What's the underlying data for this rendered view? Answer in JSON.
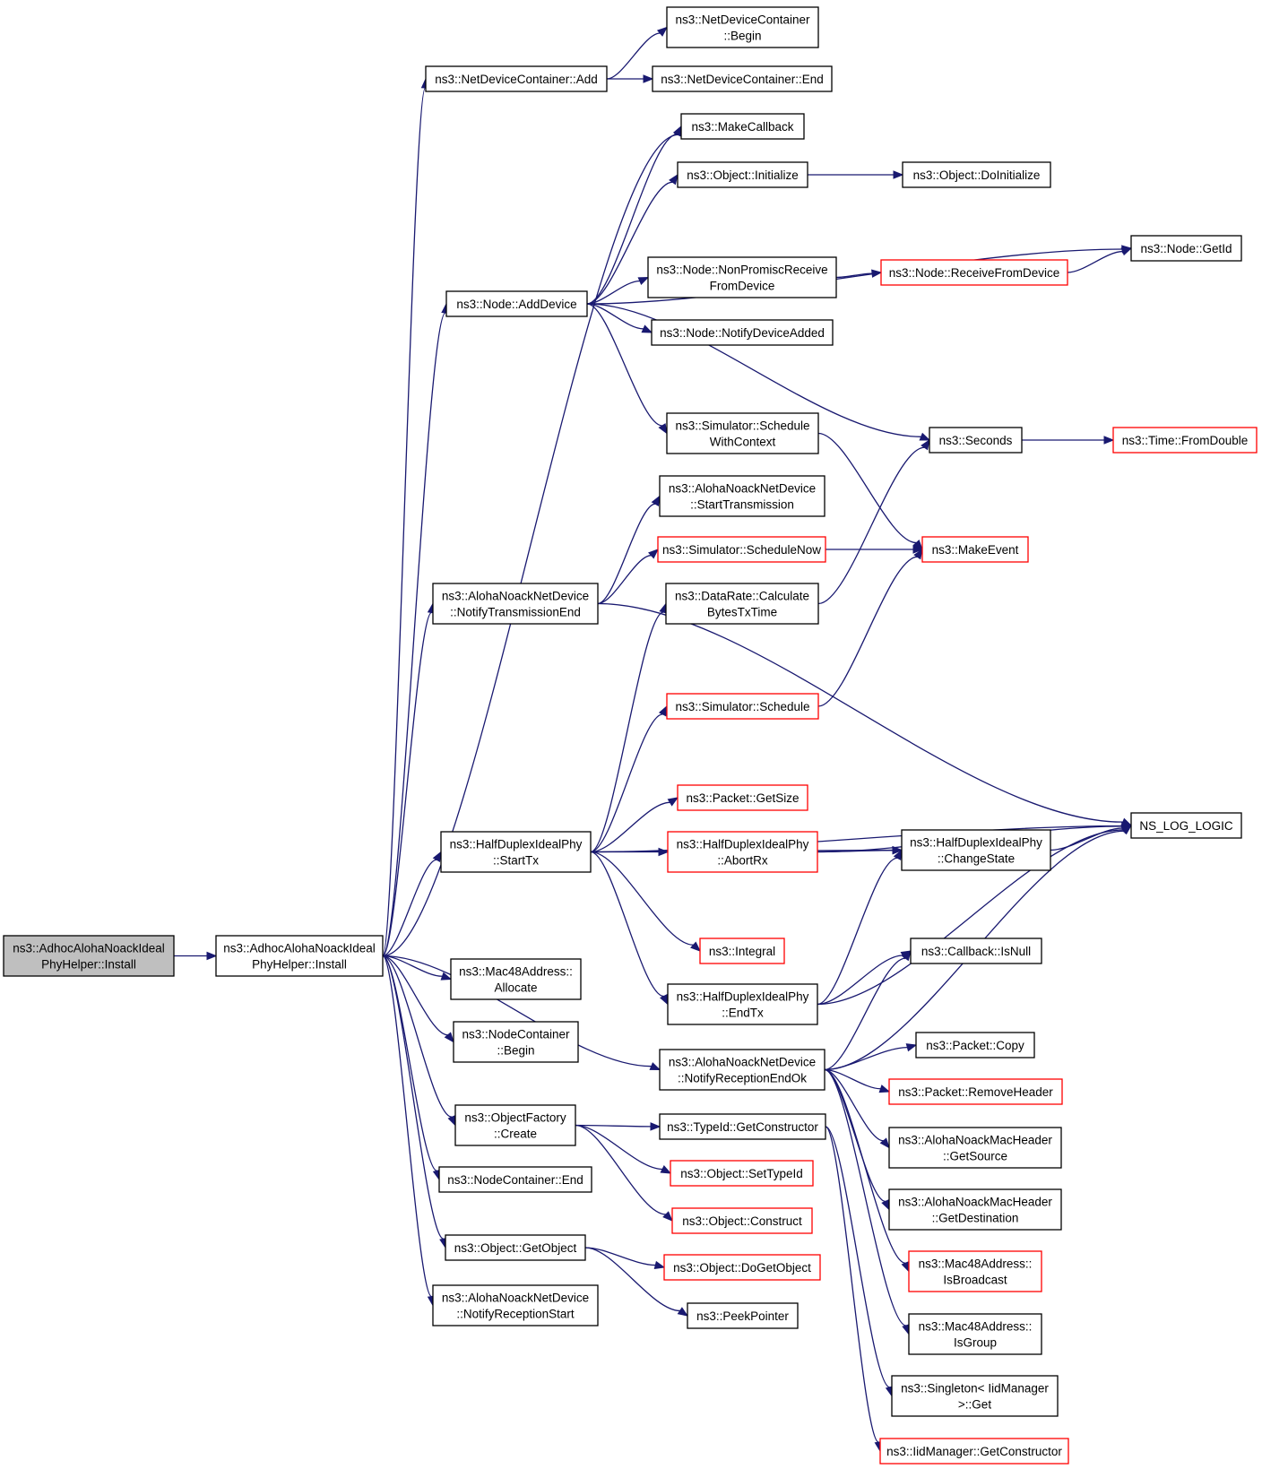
{
  "colors": {
    "edge": "#191970",
    "border_normal": "#000000",
    "border_truncated": "#ff0000",
    "fill_root": "#bfbfbf",
    "fill_normal": "#ffffff"
  },
  "nodes": [
    {
      "id": "root",
      "lines": [
        "ns3::AdhocAlohaNoackIdeal",
        "PhyHelper::Install"
      ],
      "kind": "root"
    },
    {
      "id": "install",
      "lines": [
        "ns3::AdhocAlohaNoackIdeal",
        "PhyHelper::Install"
      ],
      "kind": "normal"
    },
    {
      "id": "ndc_add",
      "lines": [
        "ns3::NetDeviceContainer::Add"
      ],
      "kind": "normal"
    },
    {
      "id": "ndc_begin",
      "lines": [
        "ns3::NetDeviceContainer",
        "::Begin"
      ],
      "kind": "normal"
    },
    {
      "id": "ndc_end",
      "lines": [
        "ns3::NetDeviceContainer::End"
      ],
      "kind": "normal"
    },
    {
      "id": "makecallback",
      "lines": [
        "ns3::MakeCallback"
      ],
      "kind": "normal"
    },
    {
      "id": "obj_init",
      "lines": [
        "ns3::Object::Initialize"
      ],
      "kind": "normal"
    },
    {
      "id": "obj_doinit",
      "lines": [
        "ns3::Object::DoInitialize"
      ],
      "kind": "normal"
    },
    {
      "id": "node_getid",
      "lines": [
        "ns3::Node::GetId"
      ],
      "kind": "normal"
    },
    {
      "id": "node_adddevice",
      "lines": [
        "ns3::Node::AddDevice"
      ],
      "kind": "normal"
    },
    {
      "id": "node_nonpromisc",
      "lines": [
        "ns3::Node::NonPromiscReceive",
        "FromDevice"
      ],
      "kind": "normal"
    },
    {
      "id": "node_recvfrom",
      "lines": [
        "ns3::Node::ReceiveFromDevice"
      ],
      "kind": "truncated"
    },
    {
      "id": "node_notifyadded",
      "lines": [
        "ns3::Node::NotifyDeviceAdded"
      ],
      "kind": "normal"
    },
    {
      "id": "sim_schedctx",
      "lines": [
        "ns3::Simulator::Schedule",
        "WithContext"
      ],
      "kind": "normal"
    },
    {
      "id": "seconds",
      "lines": [
        "ns3::Seconds"
      ],
      "kind": "normal"
    },
    {
      "id": "time_fromdouble",
      "lines": [
        "ns3::Time::FromDouble"
      ],
      "kind": "truncated"
    },
    {
      "id": "anc_starttx",
      "lines": [
        "ns3::AlohaNoackNetDevice",
        "::StartTransmission"
      ],
      "kind": "normal"
    },
    {
      "id": "sim_schednow",
      "lines": [
        "ns3::Simulator::ScheduleNow"
      ],
      "kind": "truncated"
    },
    {
      "id": "makeevent",
      "lines": [
        "ns3::MakeEvent"
      ],
      "kind": "truncated"
    },
    {
      "id": "anc_notifytxend",
      "lines": [
        "ns3::AlohaNoackNetDevice",
        "::NotifyTransmissionEnd"
      ],
      "kind": "normal"
    },
    {
      "id": "datarate_calc",
      "lines": [
        "ns3::DataRate::Calculate",
        "BytesTxTime"
      ],
      "kind": "normal"
    },
    {
      "id": "sim_schedule",
      "lines": [
        "ns3::Simulator::Schedule"
      ],
      "kind": "truncated"
    },
    {
      "id": "packet_getsize",
      "lines": [
        "ns3::Packet::GetSize"
      ],
      "kind": "truncated"
    },
    {
      "id": "hdip_starttx",
      "lines": [
        "ns3::HalfDuplexIdealPhy",
        "::StartTx"
      ],
      "kind": "normal"
    },
    {
      "id": "hdip_abortrx",
      "lines": [
        "ns3::HalfDuplexIdealPhy",
        "::AbortRx"
      ],
      "kind": "truncated"
    },
    {
      "id": "hdip_changestate",
      "lines": [
        "ns3::HalfDuplexIdealPhy",
        "::ChangeState"
      ],
      "kind": "normal"
    },
    {
      "id": "ns_log_logic",
      "lines": [
        "NS_LOG_LOGIC"
      ],
      "kind": "normal"
    },
    {
      "id": "integral",
      "lines": [
        "ns3::Integral"
      ],
      "kind": "truncated"
    },
    {
      "id": "cb_isnull",
      "lines": [
        "ns3::Callback::IsNull"
      ],
      "kind": "normal"
    },
    {
      "id": "mac48_alloc",
      "lines": [
        "ns3::Mac48Address::",
        "Allocate"
      ],
      "kind": "normal"
    },
    {
      "id": "hdip_endtx",
      "lines": [
        "ns3::HalfDuplexIdealPhy",
        "::EndTx"
      ],
      "kind": "normal"
    },
    {
      "id": "nc_begin",
      "lines": [
        "ns3::NodeContainer",
        "::Begin"
      ],
      "kind": "normal"
    },
    {
      "id": "anc_notifyrxok",
      "lines": [
        "ns3::AlohaNoackNetDevice",
        "::NotifyReceptionEndOk"
      ],
      "kind": "normal"
    },
    {
      "id": "packet_copy",
      "lines": [
        "ns3::Packet::Copy"
      ],
      "kind": "normal"
    },
    {
      "id": "packet_removeheader",
      "lines": [
        "ns3::Packet::RemoveHeader"
      ],
      "kind": "truncated"
    },
    {
      "id": "of_create",
      "lines": [
        "ns3::ObjectFactory",
        "::Create"
      ],
      "kind": "normal"
    },
    {
      "id": "typeid_getctor",
      "lines": [
        "ns3::TypeId::GetConstructor"
      ],
      "kind": "normal"
    },
    {
      "id": "anmh_getsource",
      "lines": [
        "ns3::AlohaNoackMacHeader",
        "::GetSource"
      ],
      "kind": "normal"
    },
    {
      "id": "obj_settypeid",
      "lines": [
        "ns3::Object::SetTypeId"
      ],
      "kind": "truncated"
    },
    {
      "id": "nc_end",
      "lines": [
        "ns3::NodeContainer::End"
      ],
      "kind": "normal"
    },
    {
      "id": "anmh_getdest",
      "lines": [
        "ns3::AlohaNoackMacHeader",
        "::GetDestination"
      ],
      "kind": "normal"
    },
    {
      "id": "obj_construct",
      "lines": [
        "ns3::Object::Construct"
      ],
      "kind": "truncated"
    },
    {
      "id": "obj_getobject",
      "lines": [
        "ns3::Object::GetObject"
      ],
      "kind": "normal"
    },
    {
      "id": "obj_dogetobject",
      "lines": [
        "ns3::Object::DoGetObject"
      ],
      "kind": "truncated"
    },
    {
      "id": "mac48_isbcast",
      "lines": [
        "ns3::Mac48Address::",
        "IsBroadcast"
      ],
      "kind": "truncated"
    },
    {
      "id": "anc_notifyrxstart",
      "lines": [
        "ns3::AlohaNoackNetDevice",
        "::NotifyReceptionStart"
      ],
      "kind": "normal"
    },
    {
      "id": "peekpointer",
      "lines": [
        "ns3::PeekPointer"
      ],
      "kind": "normal"
    },
    {
      "id": "mac48_isgroup",
      "lines": [
        "ns3::Mac48Address::",
        "IsGroup"
      ],
      "kind": "normal"
    },
    {
      "id": "singleton_get",
      "lines": [
        "ns3::Singleton< IidManager",
        ">::Get"
      ],
      "kind": "normal"
    },
    {
      "id": "iidmgr_getctor",
      "lines": [
        "ns3::IidManager::GetConstructor"
      ],
      "kind": "truncated"
    }
  ],
  "edges": [
    [
      "root",
      "install"
    ],
    [
      "install",
      "ndc_add"
    ],
    [
      "ndc_add",
      "ndc_begin"
    ],
    [
      "ndc_add",
      "ndc_end"
    ],
    [
      "install",
      "makecallback"
    ],
    [
      "node_adddevice",
      "makecallback"
    ],
    [
      "node_adddevice",
      "obj_init"
    ],
    [
      "obj_init",
      "obj_doinit"
    ],
    [
      "node_adddevice",
      "node_getid"
    ],
    [
      "install",
      "node_adddevice"
    ],
    [
      "node_adddevice",
      "node_nonpromisc"
    ],
    [
      "node_nonpromisc",
      "node_recvfrom"
    ],
    [
      "node_recvfrom",
      "node_getid"
    ],
    [
      "node_adddevice",
      "node_notifyadded"
    ],
    [
      "node_adddevice",
      "sim_schedctx"
    ],
    [
      "node_adddevice",
      "seconds"
    ],
    [
      "seconds",
      "time_fromdouble"
    ],
    [
      "sim_schedctx",
      "makeevent"
    ],
    [
      "anc_notifytxend",
      "anc_starttx"
    ],
    [
      "anc_notifytxend",
      "sim_schednow"
    ],
    [
      "sim_schednow",
      "makeevent"
    ],
    [
      "install",
      "anc_notifytxend"
    ],
    [
      "datarate_calc",
      "seconds"
    ],
    [
      "anc_notifytxend",
      "ns_log_logic"
    ],
    [
      "sim_schedule",
      "makeevent"
    ],
    [
      "hdip_starttx",
      "datarate_calc"
    ],
    [
      "hdip_starttx",
      "sim_schedule"
    ],
    [
      "hdip_starttx",
      "ns_log_logic"
    ],
    [
      "hdip_starttx",
      "packet_getsize"
    ],
    [
      "hdip_starttx",
      "hdip_abortrx"
    ],
    [
      "hdip_abortrx",
      "ns_log_logic"
    ],
    [
      "hdip_abortrx",
      "hdip_changestate"
    ],
    [
      "hdip_starttx",
      "hdip_changestate"
    ],
    [
      "hdip_changestate",
      "ns_log_logic"
    ],
    [
      "install",
      "hdip_starttx"
    ],
    [
      "hdip_starttx",
      "integral"
    ],
    [
      "hdip_starttx",
      "hdip_endtx"
    ],
    [
      "hdip_endtx",
      "hdip_changestate"
    ],
    [
      "hdip_endtx",
      "ns_log_logic"
    ],
    [
      "hdip_endtx",
      "cb_isnull"
    ],
    [
      "install",
      "mac48_alloc"
    ],
    [
      "install",
      "nc_begin"
    ],
    [
      "install",
      "anc_notifyrxok"
    ],
    [
      "anc_notifyrxok",
      "cb_isnull"
    ],
    [
      "anc_notifyrxok",
      "ns_log_logic"
    ],
    [
      "anc_notifyrxok",
      "packet_copy"
    ],
    [
      "anc_notifyrxok",
      "packet_removeheader"
    ],
    [
      "anc_notifyrxok",
      "anmh_getsource"
    ],
    [
      "anc_notifyrxok",
      "anmh_getdest"
    ],
    [
      "anc_notifyrxok",
      "mac48_isbcast"
    ],
    [
      "anc_notifyrxok",
      "mac48_isgroup"
    ],
    [
      "install",
      "of_create"
    ],
    [
      "of_create",
      "typeid_getctor"
    ],
    [
      "of_create",
      "obj_settypeid"
    ],
    [
      "of_create",
      "obj_construct"
    ],
    [
      "typeid_getctor",
      "singleton_get"
    ],
    [
      "typeid_getctor",
      "iidmgr_getctor"
    ],
    [
      "install",
      "nc_end"
    ],
    [
      "install",
      "obj_getobject"
    ],
    [
      "obj_getobject",
      "obj_dogetobject"
    ],
    [
      "obj_getobject",
      "peekpointer"
    ],
    [
      "install",
      "anc_notifyrxstart"
    ]
  ]
}
